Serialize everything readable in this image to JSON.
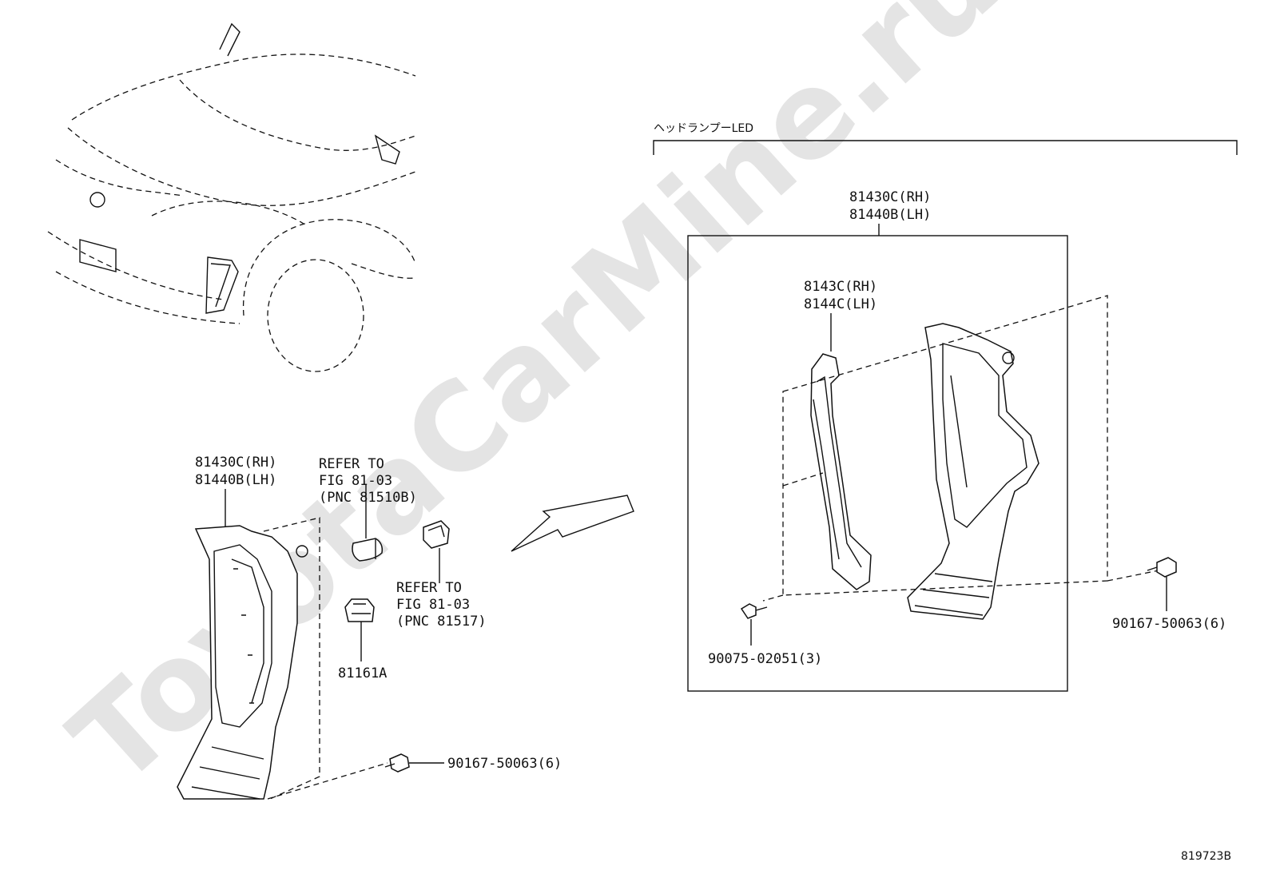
{
  "watermark": "ToyotaCarMine.ru",
  "figure_id": "819723B",
  "led_section": {
    "title": "ヘッドランプーLED",
    "assembly_label_rh": "81430C(RH)",
    "assembly_label_lh": "81440B(LH)",
    "lens_label_rh": "8143C(RH)",
    "lens_label_lh": "8144C(LH)",
    "screw_label": "90075-02051(3)",
    "bolt_label": "90167-50063(6)"
  },
  "left_section": {
    "assembly_label_rh": "81430C(RH)",
    "assembly_label_lh": "81440B(LH)",
    "refer1_line1": "REFER TO",
    "refer1_line2": "FIG 81-03",
    "refer1_line3": "(PNC 81510B)",
    "refer2_line1": "REFER TO",
    "refer2_line2": "FIG 81-03",
    "refer2_line3": "(PNC 81517)",
    "socket_label": "81161A",
    "bolt_label": "90167-50063(6)"
  }
}
